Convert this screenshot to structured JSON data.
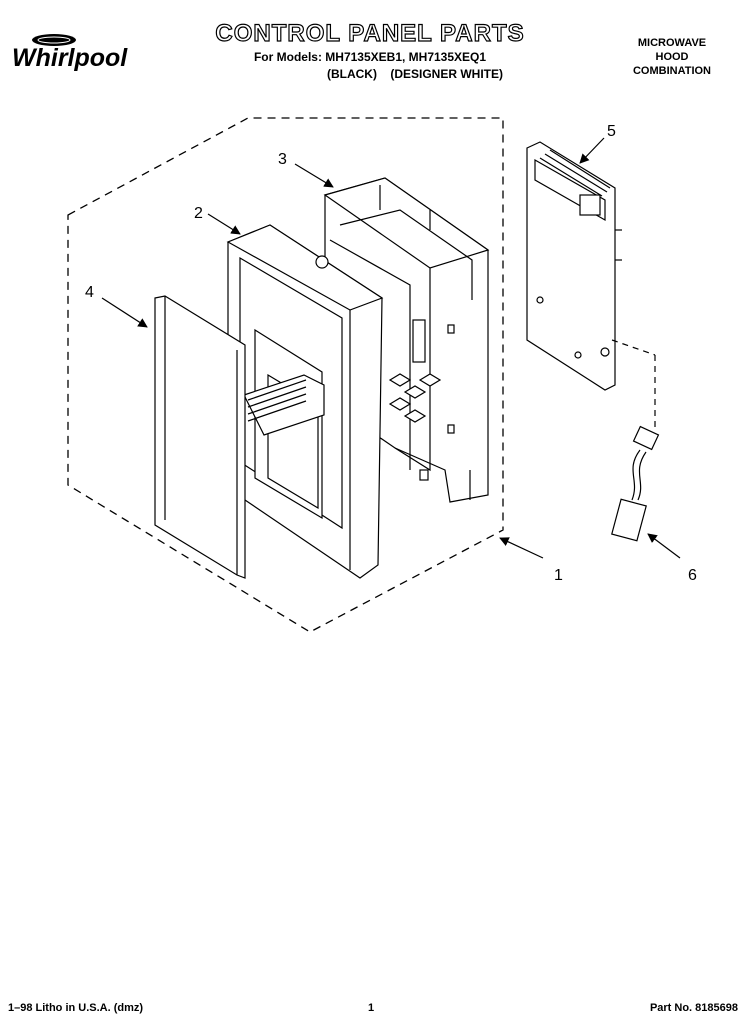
{
  "brand": {
    "name": "Whirlpool",
    "badge_icon": "whirlpool-badge-icon"
  },
  "header": {
    "title": "CONTROL PANEL PARTS",
    "models": "For Models: MH7135XEB1, MH7135XEQ1",
    "variant_black": "(BLACK)",
    "variant_white": "(DESIGNER WHITE)"
  },
  "appliance": {
    "line1": "MICROWAVE",
    "line2": "HOOD",
    "line3": "COMBINATION"
  },
  "callouts": [
    {
      "number": "1",
      "part": "control-panel-assembly"
    },
    {
      "number": "2",
      "part": "front-frame"
    },
    {
      "number": "3",
      "part": "housing"
    },
    {
      "number": "4",
      "part": "keypad-overlay"
    },
    {
      "number": "5",
      "part": "control-board"
    },
    {
      "number": "6",
      "part": "wire-harness"
    }
  ],
  "footer": {
    "litho": "1–98 Litho in U.S.A. (dmz)",
    "page": "1",
    "part_no": "Part No. 8185698"
  },
  "colors": {
    "line": "#000000",
    "background": "#ffffff"
  }
}
